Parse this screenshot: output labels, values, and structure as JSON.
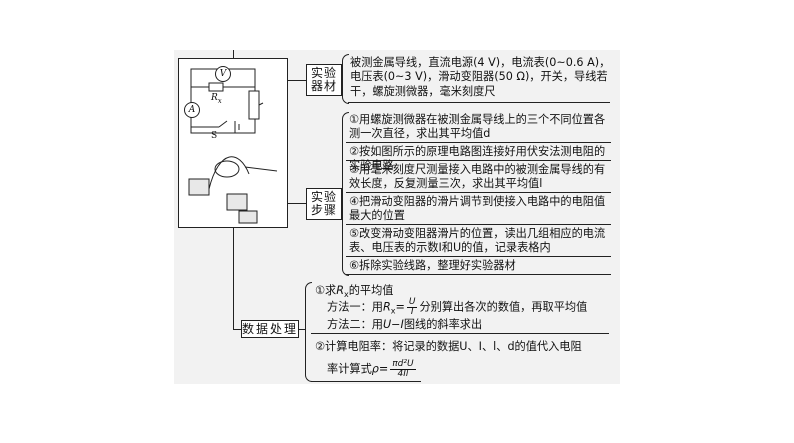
{
  "materials": {
    "label": "实验\n器材",
    "text": "被测金属导线，直流电源(4 V)，电流表(0~0.6 A)，电压表(0~3 V)，滑动变阻器(50 Ω)，开关，导线若干，螺旋测微器，毫米刻度尺"
  },
  "steps": {
    "label": "实验\n步骤",
    "items": [
      "①用螺旋测微器在被测金属导线上的三个不同位置各测一次直径，求出其平均值d",
      "②按如图所示的原理电路图连接好用伏安法测电阻的实验电路",
      "③用毫米刻度尺测量接入电路中的被测金属导线的有效长度，反复测量三次，求出其平均值l",
      "④把滑动变阻器的滑片调节到使接入电路中的电阻值最大的位置",
      "⑤改变滑动变阻器滑片的位置，读出几组相应的电流表、电压表的示数I和U的值，记录表格内",
      "⑥拆除实验线路，整理好实验器材"
    ]
  },
  "data_processing": {
    "label": "数据处理",
    "part1": {
      "line1_prefix": "①求",
      "line1_var": "R",
      "line1_sub": "x",
      "line1_suffix": "的平均值",
      "m1_prefix": "方法一：用",
      "m1_lhs": "R",
      "m1_lhs_sub": "x",
      "m1_eq": "=",
      "m1_num": "U",
      "m1_den": "I",
      "m1_suffix": "分别算出各次的数值，再取平均值",
      "m2_prefix": "方法二：用",
      "m2_var": "U−I",
      "m2_suffix": "图线的斜率求出"
    },
    "part2": {
      "line1": "②计算电阻率：将记录的数据U、I、l、d的值代入电阻",
      "line2_prefix": "率计算式",
      "rho": "ρ",
      "eq": "=",
      "num": "πd²U",
      "den": "4Il"
    }
  },
  "circuit": {
    "voltmeter": "V",
    "ammeter": "A",
    "resistor": "R",
    "resistor_sub": "x",
    "switch": "S"
  }
}
